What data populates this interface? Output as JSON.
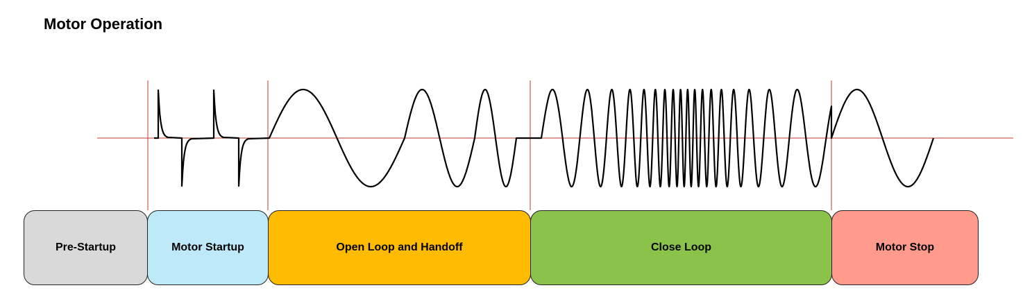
{
  "title": "Motor Operation",
  "phases": [
    {
      "label": "Pre-Startup",
      "color": "#d9d9d9"
    },
    {
      "label": "Motor Startup",
      "color": "#bde9f8"
    },
    {
      "label": "Open Loop and Handoff",
      "color": "#ffbb00"
    },
    {
      "label": "Close Loop",
      "color": "#8bc34a"
    },
    {
      "label": "Motor Stop",
      "color": "#ff9a8c"
    }
  ],
  "colors": {
    "axis": "#c0392b",
    "waveform": "#000000"
  }
}
